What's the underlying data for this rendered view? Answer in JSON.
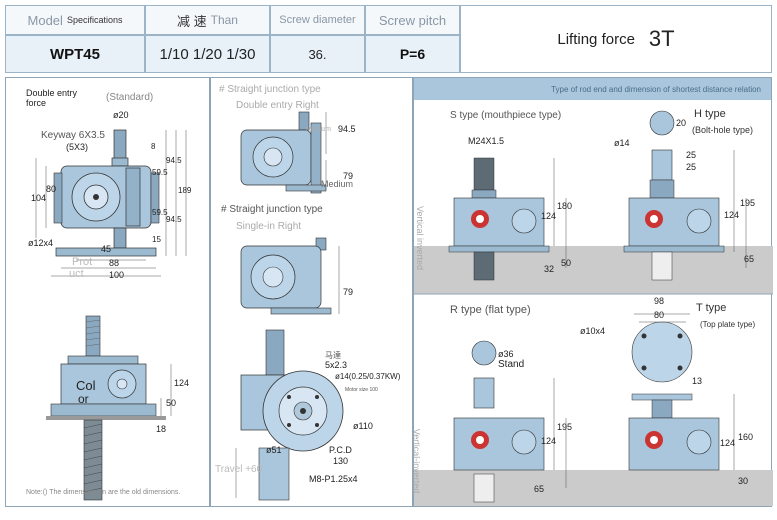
{
  "header": {
    "model_label": "Model",
    "spec_label": "Specifications",
    "ratio_label_cn": "减 速",
    "ratio_label": "Than",
    "screw_diam_label": "Screw diameter",
    "screw_pitch_label": "Screw pitch",
    "model_value": "WPT45",
    "ratio_value": "1/10 1/20 1/30",
    "screw_diam_value": "36.",
    "screw_pitch_value": "P=6",
    "lifting_label": "Lifting force",
    "lifting_value": "3T"
  },
  "left_panel": {
    "double_entry": "Double entry force",
    "standard": "(Standard)",
    "keyway": "Keyway 6X3.5",
    "keyway_sub": "(5X3)",
    "phi20": "ø20",
    "phi12x4": "ø12x4",
    "dims": [
      "8",
      "94.5",
      "59.5",
      "59.5",
      "94.5",
      "189",
      "80",
      "104",
      "15",
      "45",
      "88",
      "100",
      "124",
      "50",
      "18"
    ],
    "prot": "Prot",
    "uct": "uct",
    "col": "Col",
    "or": "or",
    "note": "Note:() The dimensions in are the old dimensions."
  },
  "mid_panel": {
    "straight1": "# Straight junction type",
    "double_right": "Double entry Right",
    "medium": "Medium",
    "medium2": "Medium",
    "dim_945": "94.5",
    "dim_79a": "79",
    "straight2": "# Straight junction type",
    "single_right": "Single-in Right",
    "dim_79b": "79",
    "motor_cn": "马達",
    "motor_dim": "5x2.3",
    "motor_power": "ø14(0.25/0.37KW)",
    "motor_note": "Motor size 100",
    "phi110": "ø110",
    "pcd": "P.C.D",
    "pcd_val": "130",
    "m8": "M8-P1.25x4",
    "phi51": "ø51",
    "travel": "Travel +60"
  },
  "right_panel": {
    "title": "Type of rod end and dimension of shortest distance relation",
    "s_type": "S type (mouthpiece type)",
    "h_type": "H type",
    "h_sub": "(Bolt-hole type)",
    "m24": "M24X1.5",
    "phi14": "ø14",
    "s_dims": [
      "180",
      "124",
      "50",
      "32"
    ],
    "h_dims": [
      "20",
      "25",
      "25",
      "195",
      "124",
      "65"
    ],
    "vertical1": "Vertical inverted",
    "r_type": "R type (flat type)",
    "phi36": "ø36",
    "stand": "Stand",
    "r_dims": [
      "195",
      "124",
      "65"
    ],
    "t_type": "T type",
    "t_sub": "(Top plate type)",
    "t_dims": [
      "98",
      "80",
      "13",
      "160",
      "124",
      "30"
    ],
    "phi10x4": "ø10x4",
    "vertical2": "Vertical-inverted"
  }
}
